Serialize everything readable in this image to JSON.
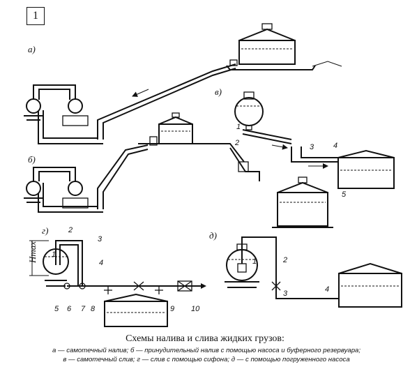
{
  "figure_number": "1",
  "panels": {
    "a": "а)",
    "b": "б)",
    "v": "в)",
    "g": "г)",
    "d": "д)"
  },
  "labels": {
    "v": [
      "1",
      "2",
      "3",
      "4",
      "5"
    ],
    "g": [
      "1",
      "2",
      "3",
      "4",
      "5",
      "6",
      "7",
      "8",
      "9",
      "10"
    ],
    "g_height": "Hmax",
    "d": [
      "1",
      "2",
      "3",
      "4"
    ]
  },
  "caption": "Схемы налива и слива жидких грузов:",
  "legend": [
    "а — самотечный налив; б — принудительный налив с помощью насоса и буферного резервуара;",
    "в — самотечный слив; г — слив с помощью сифона; д — с помощью погруженного насоса"
  ]
}
